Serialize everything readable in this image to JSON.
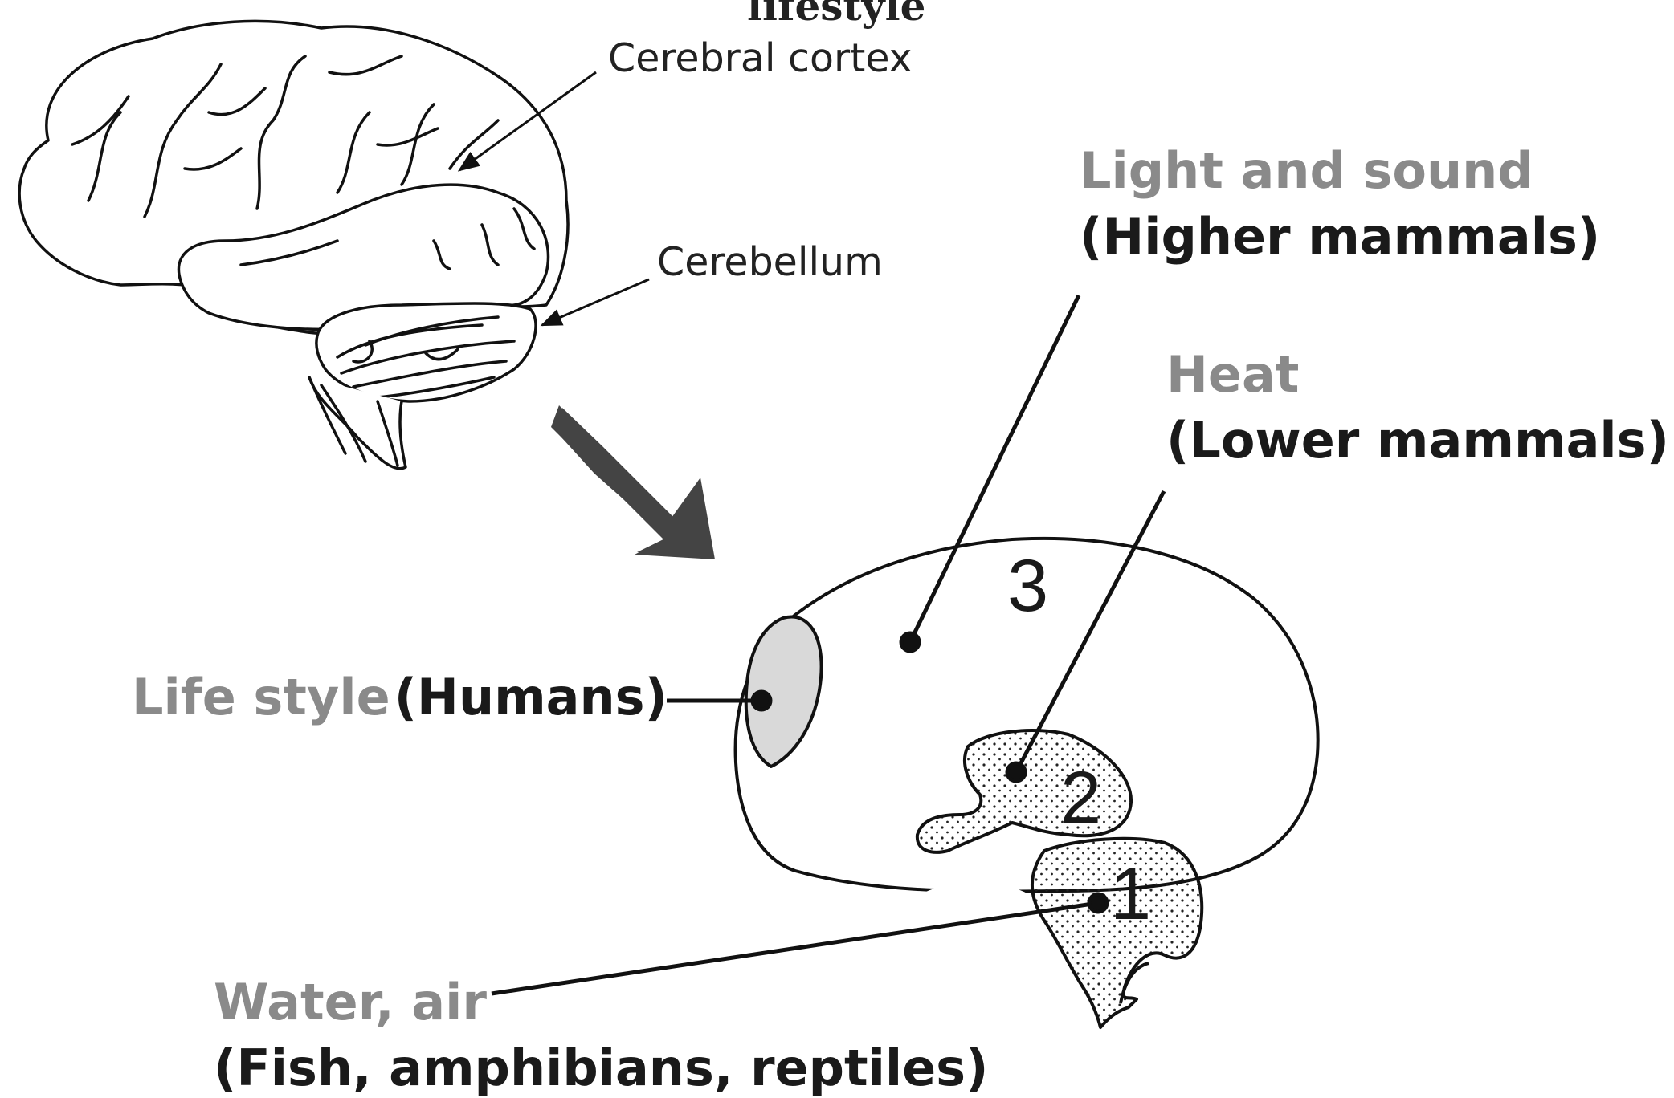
{
  "top_caption": "lifestyle",
  "brain_labels": {
    "cerebral_cortex": "Cerebral cortex",
    "cerebellum": "Cerebellum"
  },
  "regions": {
    "light_sound": {
      "stimulus": "Light and sound",
      "group": "(Higher mammals)"
    },
    "heat": {
      "stimulus": "Heat",
      "group": "(Lower mammals)"
    },
    "lifestyle": {
      "stimulus": "Life style",
      "group": "(Humans)"
    },
    "water_air": {
      "stimulus": "Water, air",
      "group": "(Fish, amphibians, reptiles)"
    }
  },
  "numbers": {
    "one": "1",
    "two": "2",
    "three": "3"
  },
  "colors": {
    "grey_text": "#8a8a8a",
    "dark_text": "#1a1a1a",
    "lifestyle_fill": "#d9d9d9",
    "arrow": "#444444"
  },
  "icons": {
    "arrow": "down-right-arrow-icon"
  }
}
